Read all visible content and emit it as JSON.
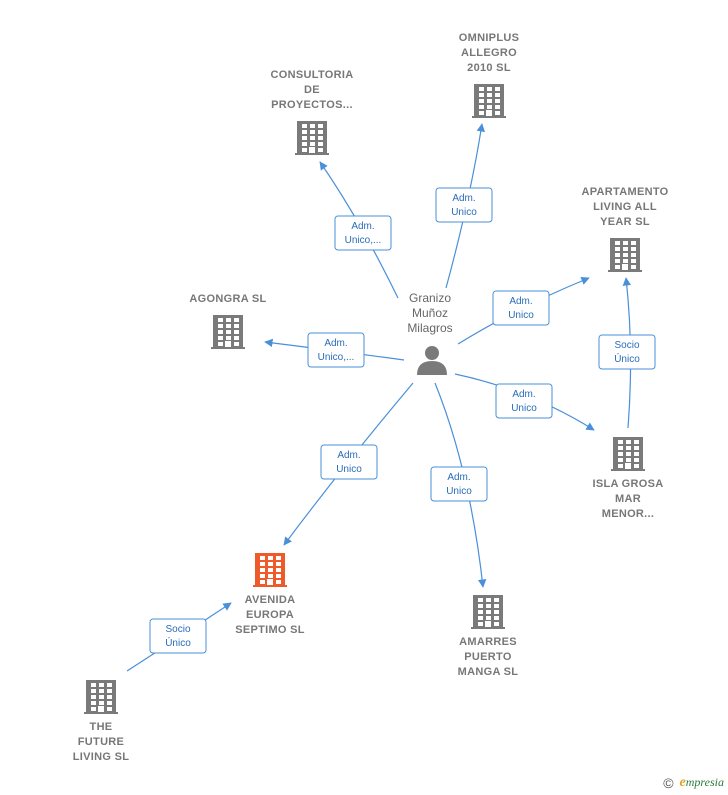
{
  "colors": {
    "building": "#7a7a7a",
    "building_highlight": "#ef5a2a",
    "edge": "#4a90d9"
  },
  "center": {
    "label_lines": [
      "Granizo",
      "Muñoz",
      "Milagros"
    ],
    "icon": "person-icon"
  },
  "companies": [
    {
      "id": "omniplus",
      "lines": [
        "OMNIPLUS",
        "ALLEGRO",
        "2010 SL"
      ],
      "highlight": false
    },
    {
      "id": "consultoria",
      "lines": [
        "CONSULTORIA",
        "DE",
        "PROYECTOS..."
      ],
      "highlight": false
    },
    {
      "id": "apartamento",
      "lines": [
        "APARTAMENTO",
        "LIVING ALL",
        "YEAR  SL"
      ],
      "highlight": false
    },
    {
      "id": "agongra",
      "lines": [
        "AGONGRA  SL"
      ],
      "highlight": false
    },
    {
      "id": "isla",
      "lines": [
        "ISLA GROSA",
        "MAR",
        "MENOR..."
      ],
      "highlight": false
    },
    {
      "id": "avenida",
      "lines": [
        "AVENIDA",
        "EUROPA",
        "SEPTIMO  SL"
      ],
      "highlight": true
    },
    {
      "id": "amarres",
      "lines": [
        "AMARRES",
        "PUERTO",
        "MANGA  SL"
      ],
      "highlight": false
    },
    {
      "id": "future",
      "lines": [
        "THE",
        "FUTURE",
        "LIVING  SL"
      ],
      "highlight": false
    }
  ],
  "edges": [
    {
      "from": "center",
      "to": "omniplus",
      "lines": [
        "Adm.",
        "Unico"
      ]
    },
    {
      "from": "center",
      "to": "consultoria",
      "lines": [
        "Adm.",
        "Unico,..."
      ]
    },
    {
      "from": "center",
      "to": "apartamento",
      "lines": [
        "Adm.",
        "Unico"
      ]
    },
    {
      "from": "center",
      "to": "agongra",
      "lines": [
        "Adm.",
        "Unico,..."
      ]
    },
    {
      "from": "center",
      "to": "isla",
      "lines": [
        "Adm.",
        "Unico"
      ]
    },
    {
      "from": "isla",
      "to": "apartamento",
      "lines": [
        "Socio",
        "Único"
      ]
    },
    {
      "from": "center",
      "to": "avenida",
      "lines": [
        "Adm.",
        "Unico"
      ]
    },
    {
      "from": "center",
      "to": "amarres",
      "lines": [
        "Adm.",
        "Unico"
      ]
    },
    {
      "from": "future",
      "to": "avenida",
      "lines": [
        "Socio",
        "Único"
      ]
    }
  ],
  "footer": {
    "copyright": "©",
    "brand_initial": "e",
    "brand_rest": "mpresia"
  }
}
